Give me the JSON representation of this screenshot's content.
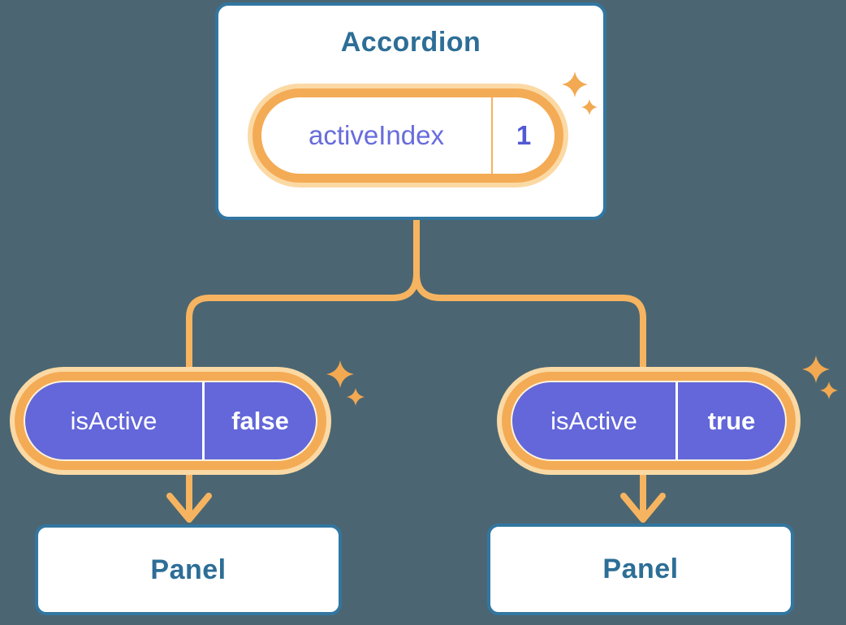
{
  "diagram": {
    "accordion": {
      "title": "Accordion",
      "state": {
        "label": "activeIndex",
        "value": "1"
      }
    },
    "branches": [
      {
        "state": {
          "label": "isActive",
          "value": "false"
        },
        "panel": {
          "title": "Panel"
        }
      },
      {
        "state": {
          "label": "isActive",
          "value": "true"
        },
        "panel": {
          "title": "Panel"
        }
      }
    ],
    "icons": [
      "sparkle-icon",
      "arrow-down-icon"
    ],
    "colors": {
      "background": "#4b6672",
      "card_background": "#ffffff",
      "card_border_blue": "#3276a1",
      "heading_text_blue": "#2d6e96",
      "connector_orange": "#f6b460",
      "pill_ring_orange": "#f4ab55",
      "pill_glow_peach": "#fbd9a4",
      "state_pill_purple": "#6367d9",
      "state_label_purple": "#686cdc",
      "state_value_purple": "#5259d4",
      "sparkle_orange": "#f2a951",
      "state_text_on_purple": "#ffffff"
    }
  }
}
